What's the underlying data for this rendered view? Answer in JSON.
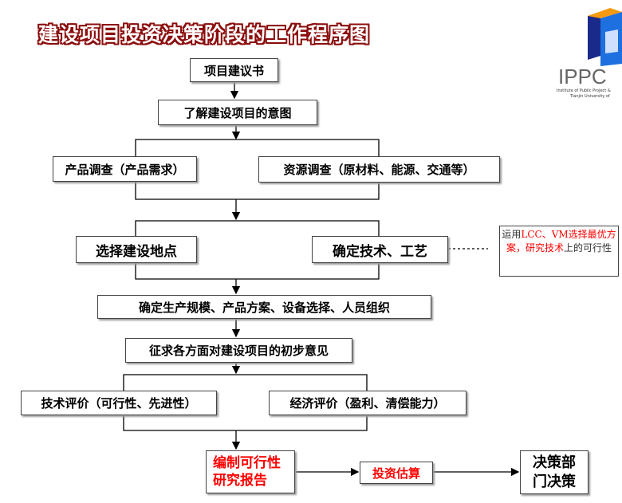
{
  "title": "建设项目投资决策阶段的工作程序图",
  "logo": {
    "text": "IPPC",
    "sub1": "Institute of Public Project &",
    "sub2": "Tianjin University of"
  },
  "boxes": {
    "proposal": "项目建议书",
    "intent": "了解建设项目的意图",
    "product_survey": "产品调查（产品需求）",
    "resource_survey": "资源调查（原材料、能源、交通等）",
    "site": "选择建设地点",
    "tech": "确定技术、工艺",
    "scale": "确定生产规模、产品方案、设备选择、人员组织",
    "opinions": "征求各方面对建设项目的初步意见",
    "tech_eval": "技术评价（可行性、先进性）",
    "econ_eval": "经济评价（盈利、清偿能力）",
    "report_line1": "编制可行性",
    "report_line2": "研究报告",
    "estimate": "投资估算",
    "decision_line1": "决策部",
    "decision_line2": "门决策"
  },
  "note": {
    "p1": "运用",
    "p2": "LCC、VM选择最优方案，研究技术",
    "p3": "上的可行性"
  },
  "colors": {
    "title_outline": "#8b0d0d",
    "highlight": "#ff0000"
  }
}
